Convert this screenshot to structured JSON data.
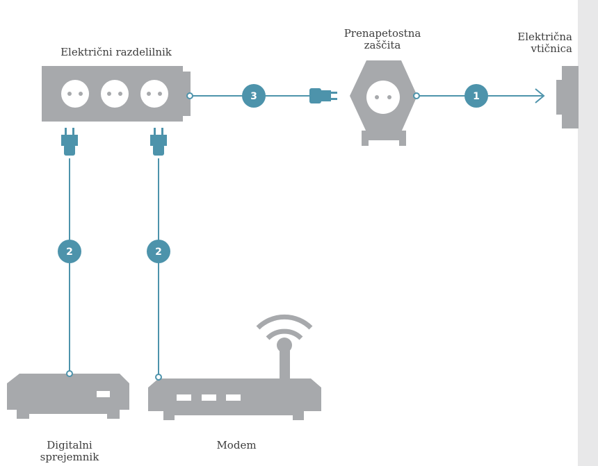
{
  "labels": {
    "power_strip": "Električni razdelilnik",
    "surge_protector": "Prenapetostna\nzaščita",
    "wall_socket": "Električna\nvtičnica",
    "digital_receiver": "Digitalni\nsprejemnik",
    "modem": "Modem"
  },
  "badges": {
    "to_wall": "1",
    "receiver_cable": "2",
    "modem_cable": "2",
    "strip_to_protector": "3"
  },
  "colors": {
    "device_gray": "#a7a9ac",
    "connector_teal": "#4d93ab",
    "badge_fill": "#4d93ab",
    "text": "#3c3c3c",
    "side_panel": "#e8e8e9"
  },
  "icons": [
    "power-strip-icon",
    "surge-protector-icon",
    "wall-socket-icon",
    "plug-icon",
    "receiver-icon",
    "modem-icon",
    "wifi-icon",
    "arrow-right-icon"
  ]
}
